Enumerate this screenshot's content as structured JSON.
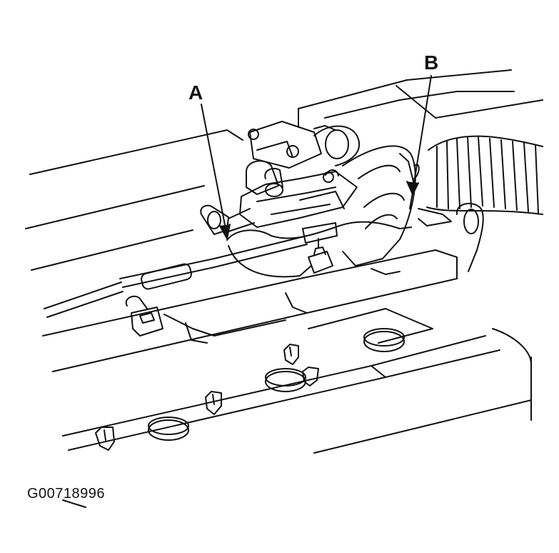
{
  "callouts": {
    "a": "A",
    "b": "B"
  },
  "figure_id": "G00718996",
  "colors": {
    "ink": "#111111",
    "background": "#ffffff"
  }
}
